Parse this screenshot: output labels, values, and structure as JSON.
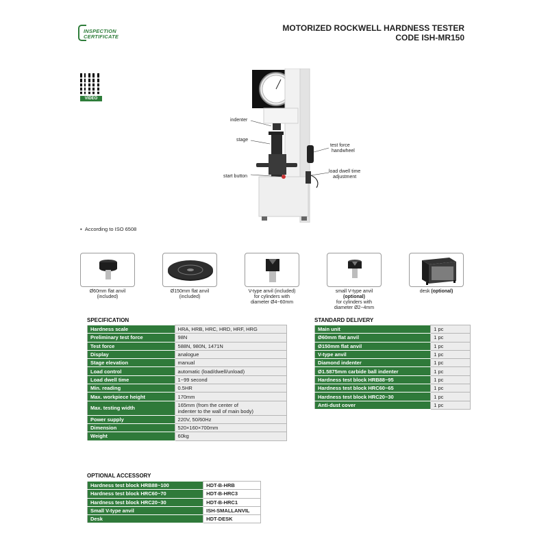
{
  "header": {
    "logo_line1": "INSPECTION",
    "logo_line2": "CERTIFICATE",
    "title_line1": "MOTORIZED ROCKWELL HARDNESS TESTER",
    "title_line2": "CODE ISH-MR150"
  },
  "qr": {
    "label": "VIDEO"
  },
  "callouts": {
    "indenter": "indenter",
    "stage": "stage",
    "start_button": "start button",
    "test_force_1": "test force",
    "test_force_2": "handwheel",
    "dwell_1": "load dwell time",
    "dwell_2": "adjustment"
  },
  "bullet": "According to ISO 6508",
  "accessories": [
    {
      "line1": "Ø60mm flat anvil",
      "line2": "(included)"
    },
    {
      "line1": "Ø150mm flat anvil",
      "line2": "(included)"
    },
    {
      "line1": "V-type anvil (included)",
      "line2": "for cylinders with",
      "line3": "diameter Ø4~60mm"
    },
    {
      "line1": "small V-type anvil",
      "line2": "(optional)",
      "line3": "for cylinders with",
      "line4": "diameter Ø2~4mm"
    },
    {
      "line1": "desk ",
      "line1b": "(optional)"
    }
  ],
  "specification": {
    "title": "SPECIFICATION",
    "rows": [
      {
        "k": "Hardness scale",
        "v": "HRA, HRB, HRC, HRD, HRF, HRG"
      },
      {
        "k": "Preliminary test force",
        "v": "98N"
      },
      {
        "k": "Test force",
        "v": "588N, 980N, 1471N"
      },
      {
        "k": "Display",
        "v": "analogue"
      },
      {
        "k": "Stage elevation",
        "v": "manual"
      },
      {
        "k": "Load control",
        "v": "automatic (load/dwell/unload)"
      },
      {
        "k": "Load dwell time",
        "v": "1~99 second"
      },
      {
        "k": "Min. reading",
        "v": "0.5HR"
      },
      {
        "k": "Max. workpiece height",
        "v": "170mm"
      },
      {
        "k": "Max. testing width",
        "v": "165mm (from the center of",
        "v2": "indenter to the wall of main body)"
      },
      {
        "k": "Power supply",
        "v": "220V, 50/60Hz"
      },
      {
        "k": "Dimension",
        "v": "520×160×700mm"
      },
      {
        "k": "Weight",
        "v": "60kg"
      }
    ]
  },
  "standard_delivery": {
    "title": "STANDARD DELIVERY",
    "rows": [
      {
        "k": "Main unit",
        "v": "1 pc"
      },
      {
        "k": "Ø60mm flat anvil",
        "v": "1 pc"
      },
      {
        "k": "Ø150mm flat anvil",
        "v": "1 pc"
      },
      {
        "k": "V-type anvil",
        "v": "1 pc"
      },
      {
        "k": "Diamond indenter",
        "v": "1 pc"
      },
      {
        "k": "Ø1.5875mm carbide ball indenter",
        "v": "1 pc"
      },
      {
        "k": "Hardness test block HRB88~95",
        "v": "1 pc"
      },
      {
        "k": "Hardness test block HRC60~65",
        "v": "1 pc"
      },
      {
        "k": "Hardness test block HRC20~30",
        "v": "1 pc"
      },
      {
        "k": "Anti-dust cover",
        "v": "1 pc"
      }
    ]
  },
  "optional_accessory": {
    "title": "OPTIONAL ACCESSORY",
    "rows": [
      {
        "k": "Hardness test block HRB88~100",
        "v": "HDT-B-HRB"
      },
      {
        "k": "Hardness test block HRC60~70",
        "v": "HDT-B-HRC3"
      },
      {
        "k": "Hardness test block HRC20~30",
        "v": "HDT-B-HRC1"
      },
      {
        "k": "Small V-type anvil",
        "v": "ISH-SMALLANVIL"
      },
      {
        "k": "Desk",
        "v": "HDT-DESK"
      }
    ]
  }
}
